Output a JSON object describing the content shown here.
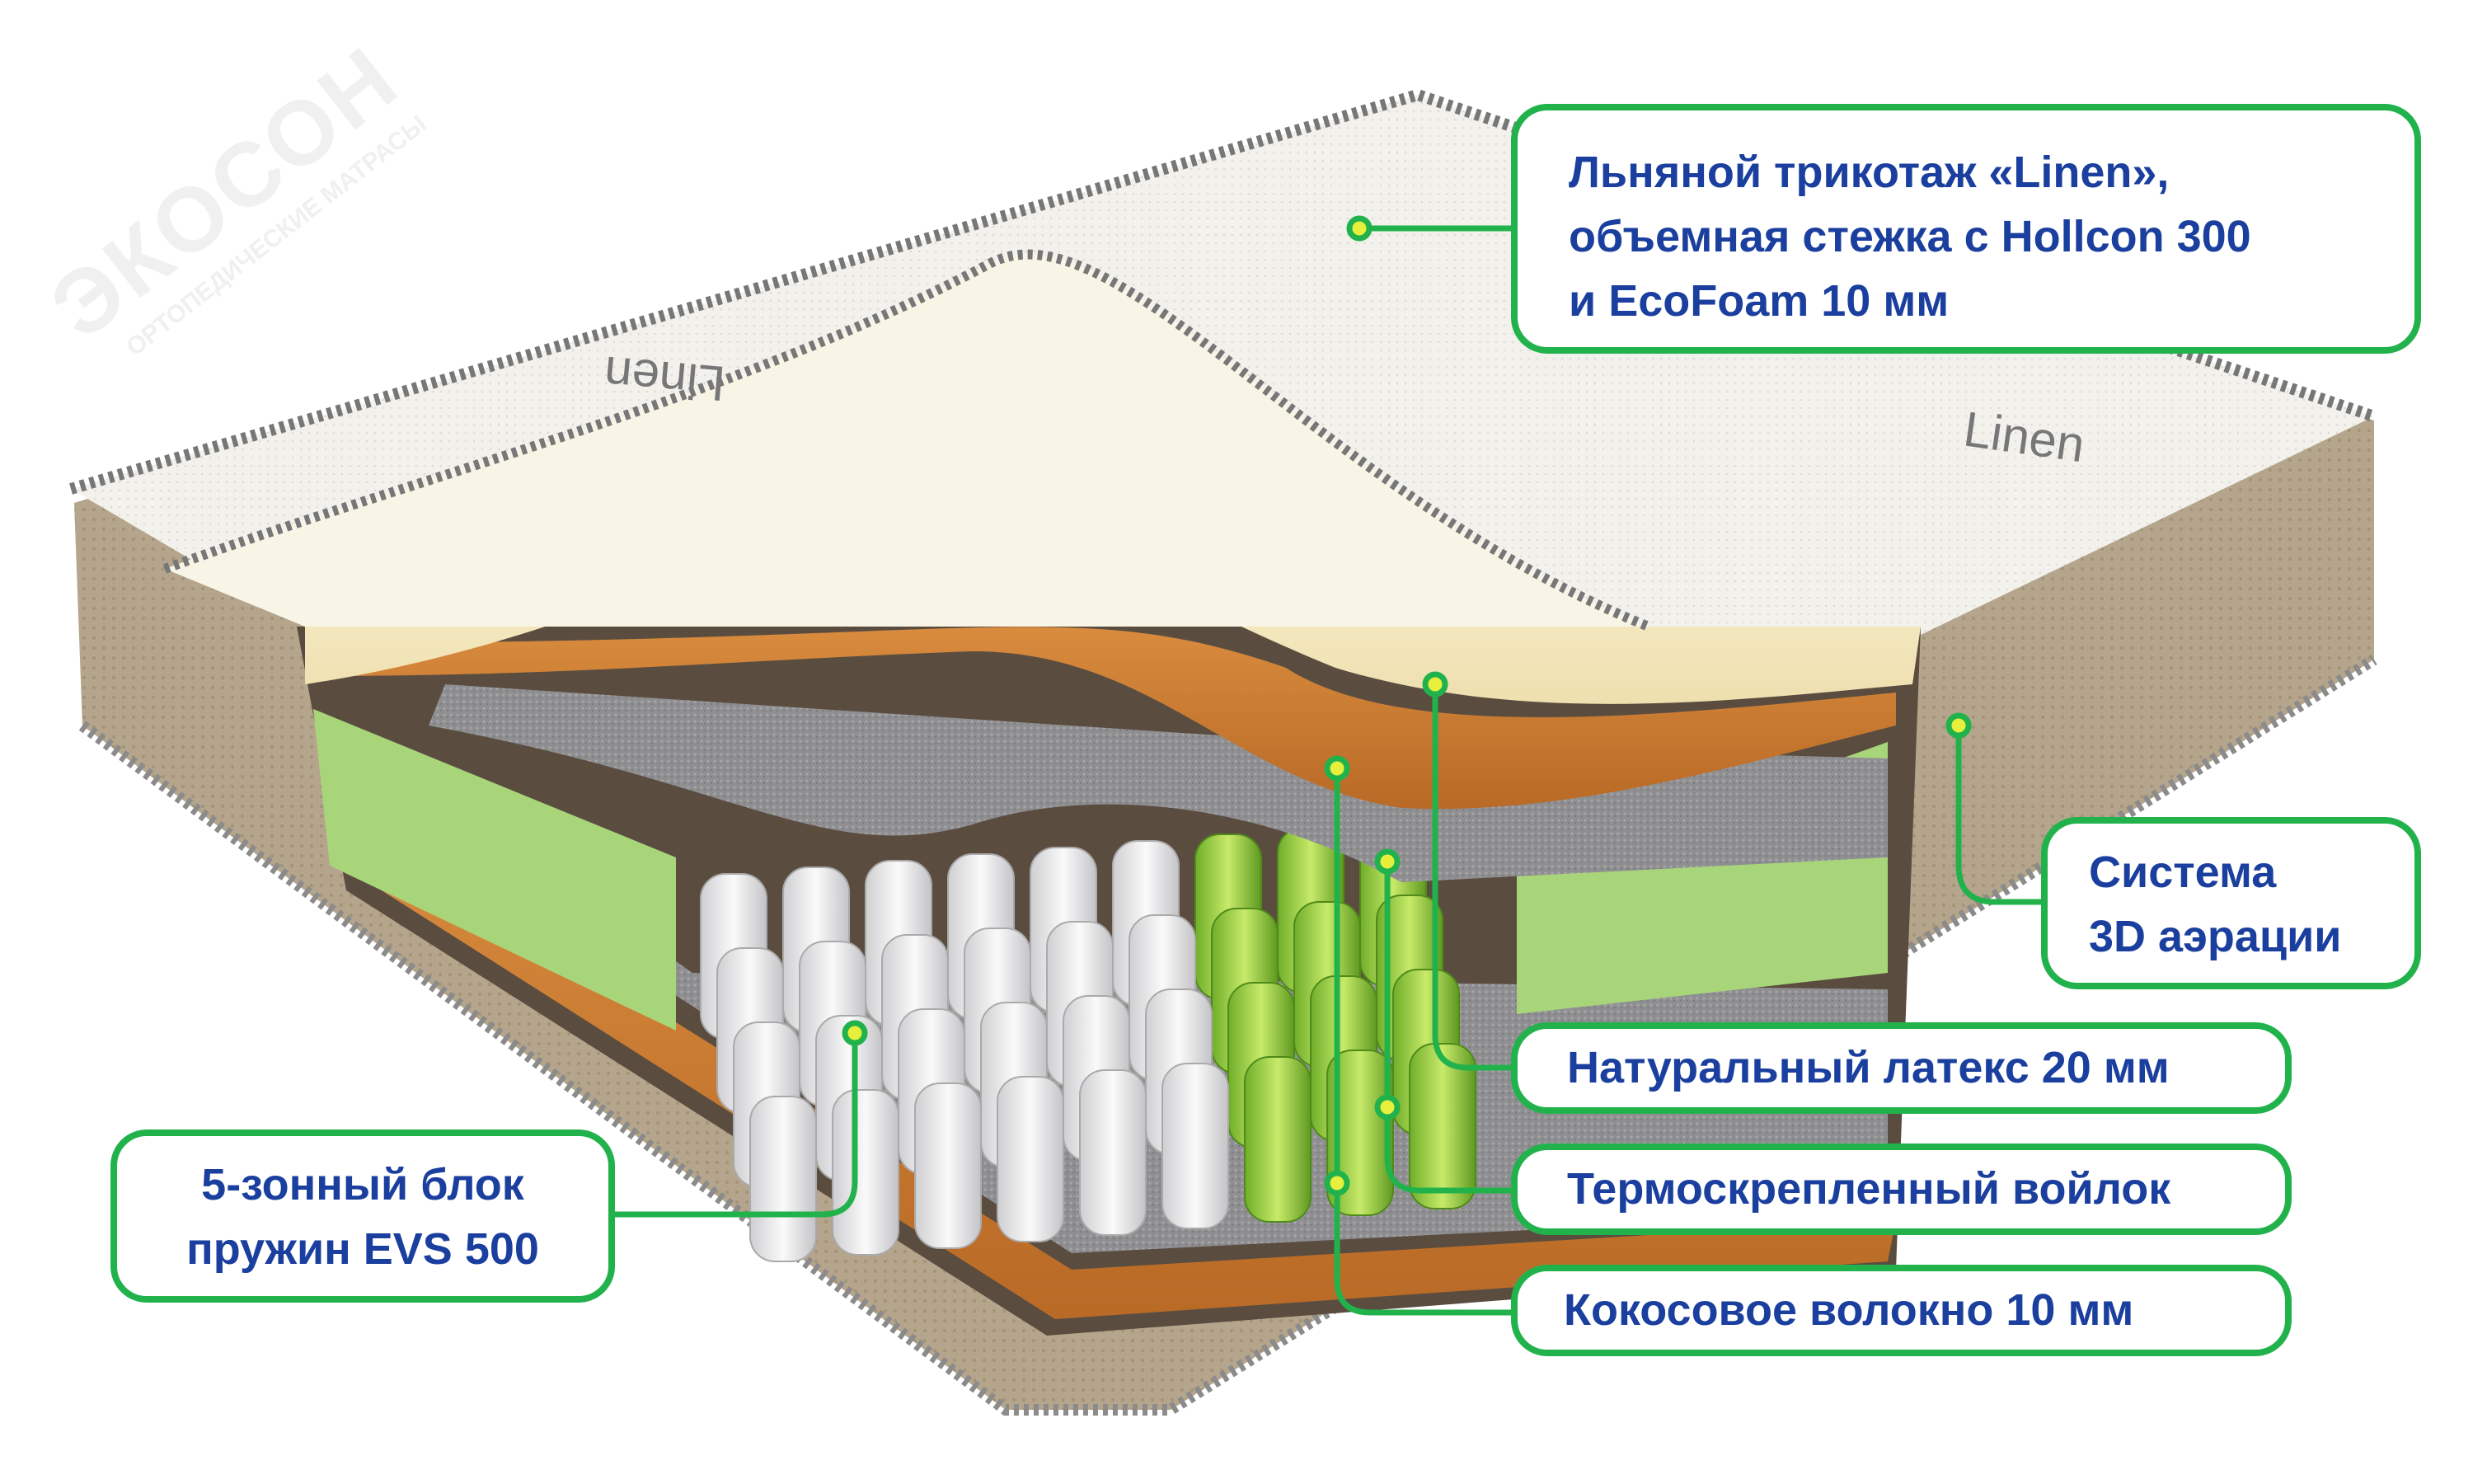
{
  "watermark": {
    "brand": "ЭКОСОН",
    "tagline": "ОРТОПЕДИЧЕСКИЕ МАТРАСЫ"
  },
  "cover_print": "Linen",
  "colors": {
    "callout_border": "#22b24c",
    "callout_text": "#1b3f9e",
    "marker": "#e6f03c"
  },
  "callouts": {
    "cover": {
      "lines": [
        "Льняной трикотаж «Linen»,",
        "объемная стежка с Hollcon 300",
        "и EcoFoam 10 мм"
      ]
    },
    "aeration": {
      "lines": [
        "Система",
        "3D аэрации"
      ]
    },
    "latex": {
      "lines": [
        "Натуральный латекс 20 мм"
      ]
    },
    "felt": {
      "lines": [
        "Термоскрепленный войлок"
      ]
    },
    "coconut": {
      "lines": [
        "Кокосовое волокно 10 мм"
      ]
    },
    "springs": {
      "lines": [
        "5-зонный блок",
        "пружин EVS 500"
      ]
    }
  }
}
